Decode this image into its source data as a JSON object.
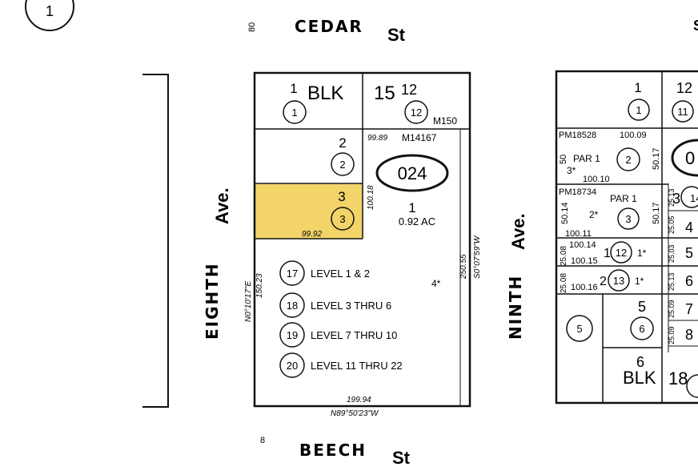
{
  "page_number": "1",
  "streets": {
    "top": "CEDAR",
    "top_suffix": "St",
    "bottom": "BEECH",
    "bottom_suffix": "St",
    "left": "EIGHTH",
    "left_suffix": "Ave.",
    "right": "NINTH",
    "right_suffix": "Ave.",
    "far_right_fragment": "S",
    "top_note": "80",
    "bottom_note": "8"
  },
  "main_block": {
    "block_label": "BLK",
    "block_number": "15",
    "lot1": {
      "number": "1",
      "circle": "1"
    },
    "lot12": {
      "number": "12",
      "circle": "12",
      "map": "M150"
    },
    "lot2": {
      "number": "2",
      "circle": "2"
    },
    "lot3": {
      "number": "3",
      "circle": "3",
      "frontage": "99.92",
      "highlight": "#f2d469"
    },
    "parcel": {
      "map": "M14167",
      "width": "99.89",
      "depth": "100.18",
      "page": "024",
      "lot": "1",
      "area": "0.92 AC",
      "right_depth": "250.55",
      "right_bearing": "S0°07'59\"W",
      "lot_star": "4*"
    },
    "left_depth": "150.23",
    "left_bearing": "N0°10'17\"E",
    "bottom_width": "199.94",
    "bottom_bearing": "N89°50'23\"W",
    "levels": [
      {
        "circle": "17",
        "text": "LEVEL 1 & 2"
      },
      {
        "circle": "18",
        "text": "LEVEL 3 THRU 6"
      },
      {
        "circle": "19",
        "text": "LEVEL 7 THRU 10"
      },
      {
        "circle": "20",
        "text": "LEVEL 11 THRU 22"
      }
    ]
  },
  "right_block": {
    "lot1": {
      "number": "1",
      "circle": "1"
    },
    "lot12": {
      "number": "12",
      "circle": "11"
    },
    "pm1": {
      "map": "PM18528",
      "width": "100.09",
      "side": "50",
      "par": "PAR 1",
      "circle": "2",
      "star": "3*",
      "bottom": "100.10",
      "right": "50.17"
    },
    "pm2": {
      "map": "PM18734",
      "par": "PAR 1",
      "side": "50.14",
      "star": "2*",
      "circle": "3",
      "bottom": "100.11",
      "right": "50.17"
    },
    "row3": {
      "top": "100.14",
      "side": "25.08",
      "bottom": "100.15",
      "lot": "1",
      "circle": "12",
      "star": "1*"
    },
    "row4": {
      "side": "25.08",
      "bottom": "100.16",
      "lot": "2",
      "circle": "13",
      "star": "1*"
    },
    "lot5": {
      "number": "5",
      "circle": "6"
    },
    "circle5": "5",
    "block_number": "6",
    "block_label": "BLK",
    "right_lots": [
      "3",
      "4",
      "5",
      "6",
      "7",
      "8"
    ],
    "right_circle": "14",
    "right_side_dims": [
      "25.13",
      "25.05",
      "25.03",
      "25.13",
      "25.09",
      "25.09"
    ],
    "page_fragment": "0",
    "blk_fragment": "18"
  }
}
